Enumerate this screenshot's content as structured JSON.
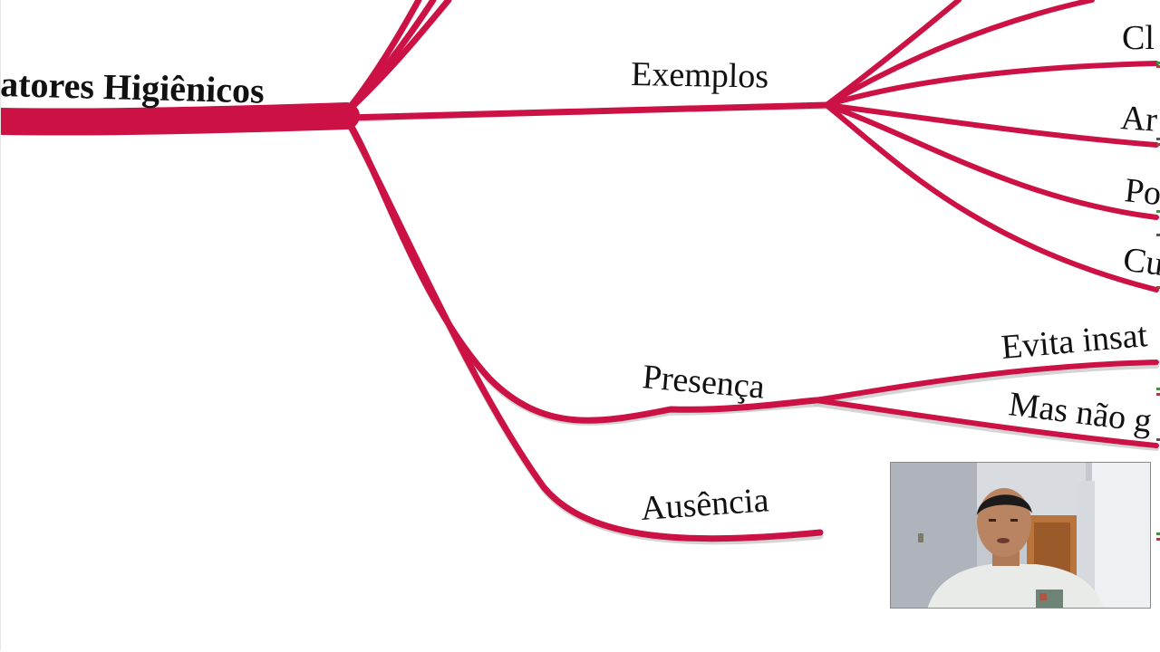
{
  "theme": {
    "branch_color": "#cc1245",
    "shadow_color": "#c9c9c9",
    "background": "#ffffff"
  },
  "mindmap": {
    "root": {
      "label": "atores Higiênicos"
    },
    "nodes": {
      "exemplos": {
        "label": "Exemplos"
      },
      "presenca": {
        "label": "Presença"
      },
      "ausencia": {
        "label": "Ausência"
      },
      "ex_1": {
        "label": "Cl"
      },
      "ex_2": {
        "label": "Ar"
      },
      "ex_3": {
        "label": "Po"
      },
      "ex_4": {
        "label": "Cu"
      },
      "pres_1": {
        "label": "Evita insat"
      },
      "pres_2": {
        "label": "Mas não g"
      }
    }
  },
  "webcam": {
    "description_icon": "person-video-icon"
  }
}
